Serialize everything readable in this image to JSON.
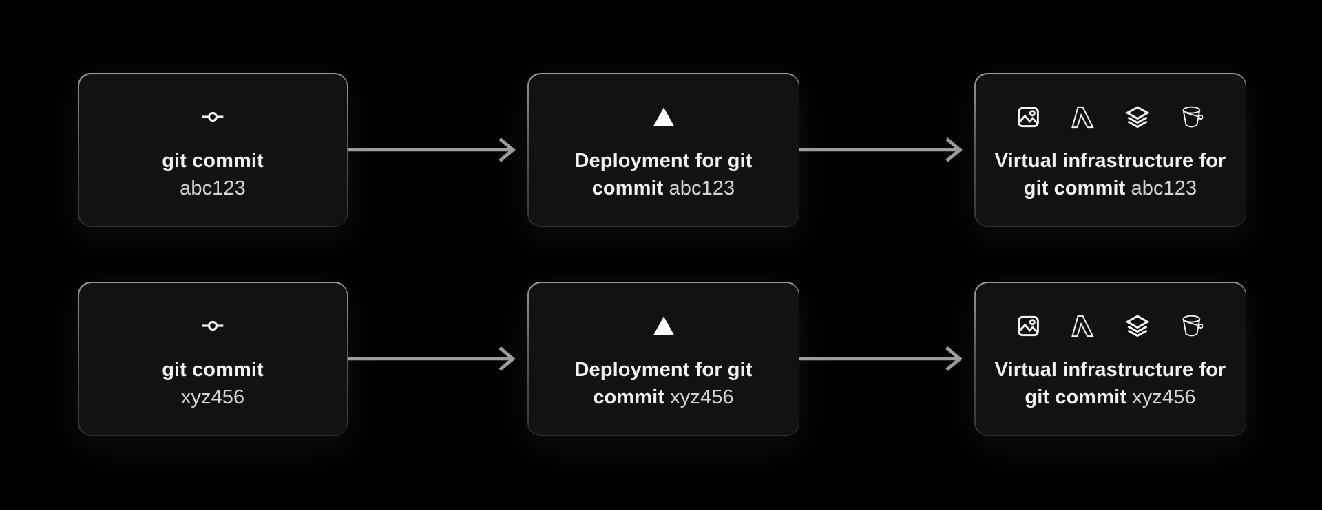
{
  "theme": {
    "bg": "#000000",
    "node_bg": "#121212",
    "node_border_top": "#9a9a9a",
    "node_border_bottom": "#323232",
    "arrow": "#9d9d9d",
    "title": "#f1f1f1",
    "hash": "#d4d4d4",
    "icon": "#f2f2f2"
  },
  "rows": [
    {
      "commit": {
        "icon": "git-commit-icon",
        "title": "git commit",
        "hash": "abc123"
      },
      "deployment": {
        "icon": "vercel-triangle-icon",
        "title": "Deployment for git commit",
        "hash": "abc123"
      },
      "infrastructure": {
        "icons": [
          "image-icon",
          "aws-lambda-icon",
          "layers-icon",
          "bucket-icon"
        ],
        "title": "Virtual infrastructure for git commit",
        "hash": "abc123"
      }
    },
    {
      "commit": {
        "icon": "git-commit-icon",
        "title": "git commit",
        "hash": "xyz456"
      },
      "deployment": {
        "icon": "vercel-triangle-icon",
        "title": "Deployment for git commit",
        "hash": "xyz456"
      },
      "infrastructure": {
        "icons": [
          "image-icon",
          "aws-lambda-icon",
          "layers-icon",
          "bucket-icon"
        ],
        "title": "Virtual infrastructure for git commit",
        "hash": "xyz456"
      }
    }
  ]
}
